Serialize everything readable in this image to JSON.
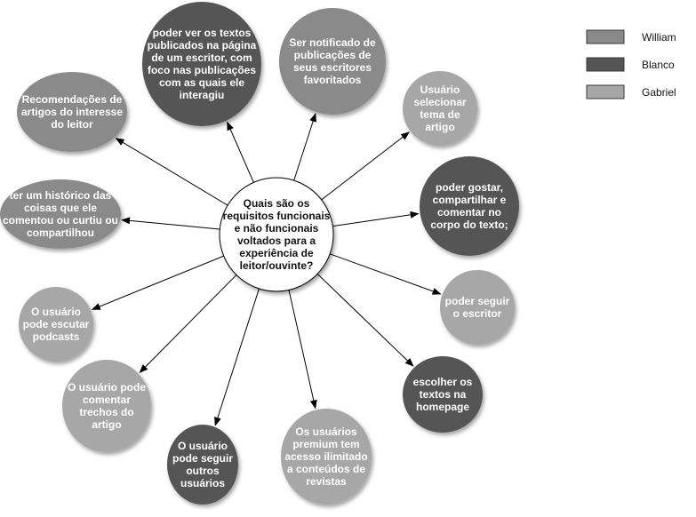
{
  "center": {
    "lines": [
      "Quais são os",
      "requisitos funcionais",
      "e não funcionais",
      "voltados para a",
      "experiência de",
      "leitor/ouvinte?"
    ]
  },
  "legend": [
    {
      "key": "william",
      "label": "William",
      "color": "#8a8a8a"
    },
    {
      "key": "blanco",
      "label": "Blanco",
      "color": "#555555"
    },
    {
      "key": "gabriel",
      "label": "Gabriel",
      "color": "#a7a7a7"
    }
  ],
  "nodes": [
    {
      "id": "ver-textos",
      "owner": "blanco",
      "lines": [
        "poder ver os textos",
        "publicados na página",
        "de um escritor, com",
        "foco nas publicações",
        "com as quais ele",
        "interagiu"
      ]
    },
    {
      "id": "notificado",
      "owner": "william",
      "lines": [
        "Ser notificado de",
        "publicações de",
        "seus escritores",
        "favoritados"
      ]
    },
    {
      "id": "selecionar-tema",
      "owner": "gabriel",
      "lines": [
        "Usuário",
        "selecionar",
        "tema de",
        "artigo"
      ]
    },
    {
      "id": "gostar-compartilhar",
      "owner": "blanco",
      "lines": [
        "poder gostar,",
        "compartilhar e",
        "comentar no",
        "corpo do texto;"
      ]
    },
    {
      "id": "seguir-escritor",
      "owner": "gabriel",
      "lines": [
        "poder seguir",
        "o escritor"
      ]
    },
    {
      "id": "escolher-textos",
      "owner": "blanco",
      "lines": [
        "escolher os",
        "textos na",
        "homepage"
      ]
    },
    {
      "id": "premium",
      "owner": "gabriel",
      "lines": [
        "Os usuários",
        "premium tem",
        "acesso ilimitado",
        "a conteúdos de",
        "revistas"
      ]
    },
    {
      "id": "seguir-usuarios",
      "owner": "blanco",
      "lines": [
        "O usuário",
        "pode seguir",
        "outros",
        "usuários"
      ]
    },
    {
      "id": "comentar-trechos",
      "owner": "gabriel",
      "lines": [
        "O usuário pode",
        "comentar",
        "trechos do",
        "artigo"
      ]
    },
    {
      "id": "podcasts",
      "owner": "gabriel",
      "lines": [
        "O usuário",
        "pode escutar",
        "podcasts"
      ]
    },
    {
      "id": "historico",
      "owner": "william",
      "lines": [
        "ter um histórico das",
        "coisas que ele",
        "comentou ou curtiu ou",
        "compartilhou"
      ]
    },
    {
      "id": "recomendacoes",
      "owner": "william",
      "lines": [
        "Recomendações de",
        "artigos do interesse",
        "do leitor"
      ]
    }
  ]
}
